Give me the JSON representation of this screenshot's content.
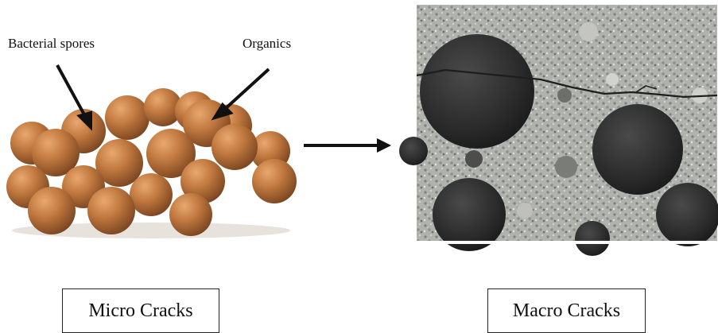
{
  "left_panel": {
    "label_bacterial": "Bacterial spores",
    "label_organics": "Organics",
    "caption": "Micro Cracks"
  },
  "right_panel": {
    "caption": "Macro Cracks"
  },
  "colors": {
    "bead_base": "#b8703a",
    "bead_highlight": "#e0a06a",
    "bead_shadow": "#7a4420",
    "concrete_base": "#a9aaa6",
    "aggregate_dark": "#2b2b2c",
    "arrow": "#111111"
  },
  "icons": {
    "arrow_between_panels": "right-arrow-icon"
  }
}
